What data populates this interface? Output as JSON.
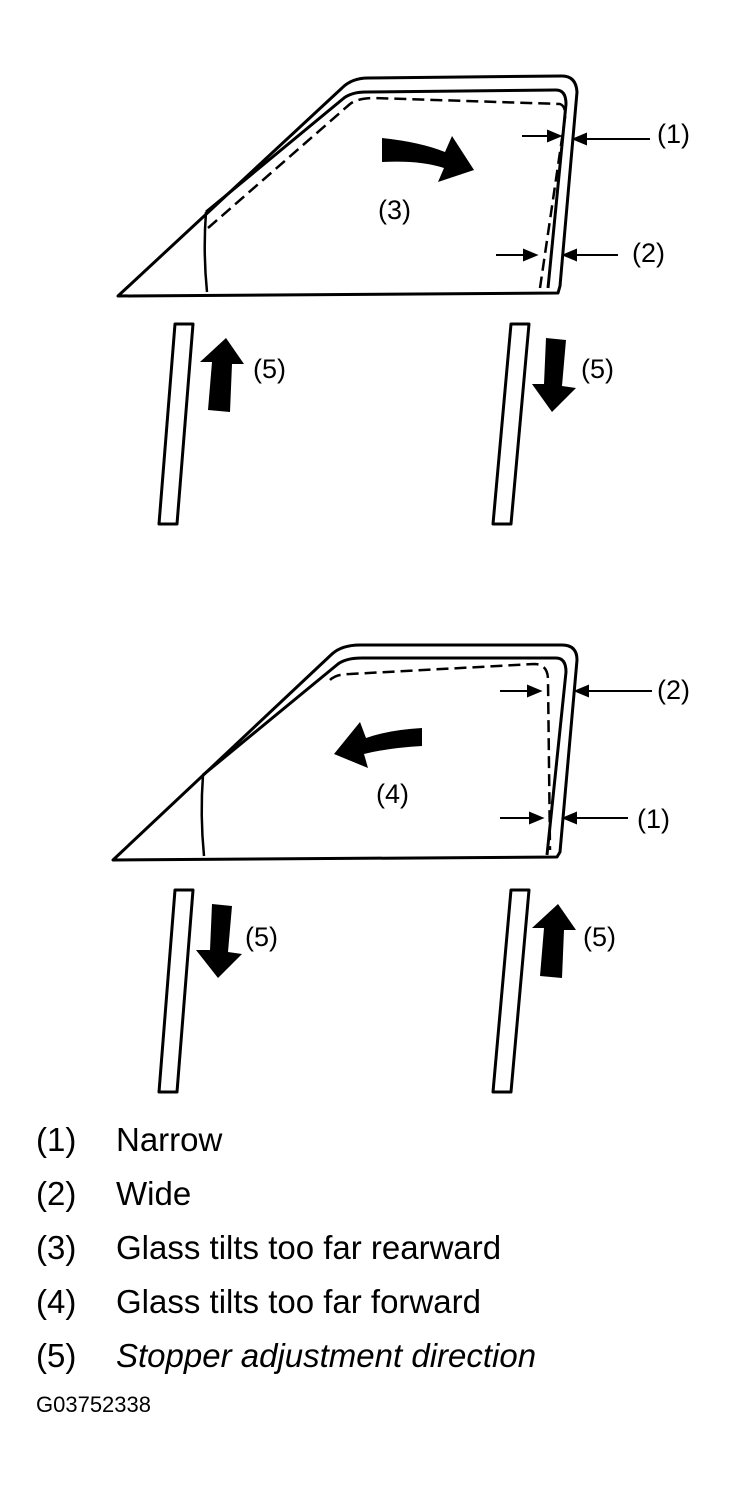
{
  "callouts": {
    "narrow": "(1)",
    "wide": "(2)",
    "rearward": "(3)",
    "forward": "(4)",
    "stopper": "(5)"
  },
  "legend": [
    {
      "num": "(1)",
      "text": "Narrow"
    },
    {
      "num": "(2)",
      "text": "Wide"
    },
    {
      "num": "(3)",
      "text": "Glass tilts too far rearward"
    },
    {
      "num": "(4)",
      "text": "Glass tilts too far forward"
    },
    {
      "num": "(5)",
      "text": "Stopper adjustment direction"
    }
  ],
  "figure_id": "G03752338"
}
